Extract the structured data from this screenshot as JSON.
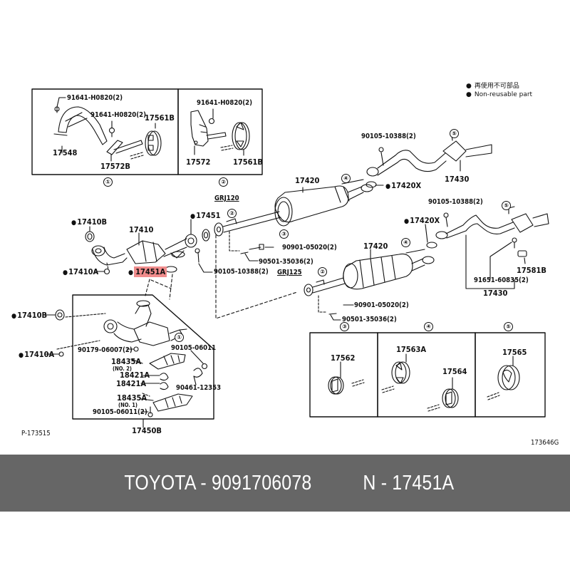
{
  "legend": {
    "japanese": "再使用不可部品",
    "english": "Non-reusable part"
  },
  "variants": {
    "grj120": "GRJ120",
    "grj125": "GRJ125"
  },
  "detail_boxes": [
    {
      "id": "1",
      "marker": "①",
      "parts": [
        "91641-H0820(2)",
        "91641-H0820(2)",
        "17561B",
        "17548",
        "17572B"
      ]
    },
    {
      "id": "2",
      "marker": "②",
      "parts": [
        "91641-H0820(2)",
        "17572",
        "17561B"
      ]
    },
    {
      "id": "3",
      "marker": "③",
      "parts": [
        "17562"
      ]
    },
    {
      "id": "4",
      "marker": "④",
      "parts": [
        "17563A",
        "17564"
      ]
    },
    {
      "id": "5",
      "marker": "⑤",
      "parts": [
        "17565"
      ]
    }
  ],
  "labels": {
    "p17410B": "17410B",
    "p17410": "17410",
    "p17451": "17451",
    "p17410A": "17410A",
    "p17451A": "17451A",
    "p90105_10388_a": "90105-10388(2)",
    "p17420_top": "17420",
    "p90901_top": "90901-05020(2)",
    "p90501_top": "90501-35036(2)",
    "p90105_10388_b": "90105-10388(2)",
    "p17420X_a": "17420X",
    "p17430_top": "17430",
    "p90105_10388_c": "90105-10388(2)",
    "p17420X_b": "17420X",
    "p17581B": "17581B",
    "p91651": "91651-60835(2)",
    "p17430_bot": "17430",
    "p17420_bot": "17420",
    "p90901_bot": "90901-05020(2)",
    "p90501_bot": "90501-35036(2)",
    "p17410B_2": "17410B",
    "p17410A_2": "17410A",
    "p90179": "90179-06007(2)",
    "p90105_06011": "90105-06011",
    "p18435A_2": "18435A",
    "p18435A_2_note": "(NO. 2)",
    "p18421A_a": "18421A",
    "p18421A_b": "18421A",
    "p90461": "90461-12353",
    "p18435A_1": "18435A",
    "p18435A_1_note": "(NO. 1)",
    "p90105_06011_2": "90105-06011(2)",
    "p17450B": "17450B"
  },
  "markers": {
    "m1_cat": "①",
    "m2_grj120": "②",
    "m3_grj120": "③",
    "m4_grj120": "④",
    "m5_top": "⑤",
    "m2_grj125": "②",
    "m4_grj125": "④",
    "m5_right": "⑤"
  },
  "figure_codes": {
    "left": "P-173515",
    "right": "173646G"
  },
  "banner": {
    "brand_part": "TOYOTA - 9091706078",
    "ref": "N - 17451A"
  },
  "highlight_color": "#f08c8c",
  "banner_color": "#666666"
}
